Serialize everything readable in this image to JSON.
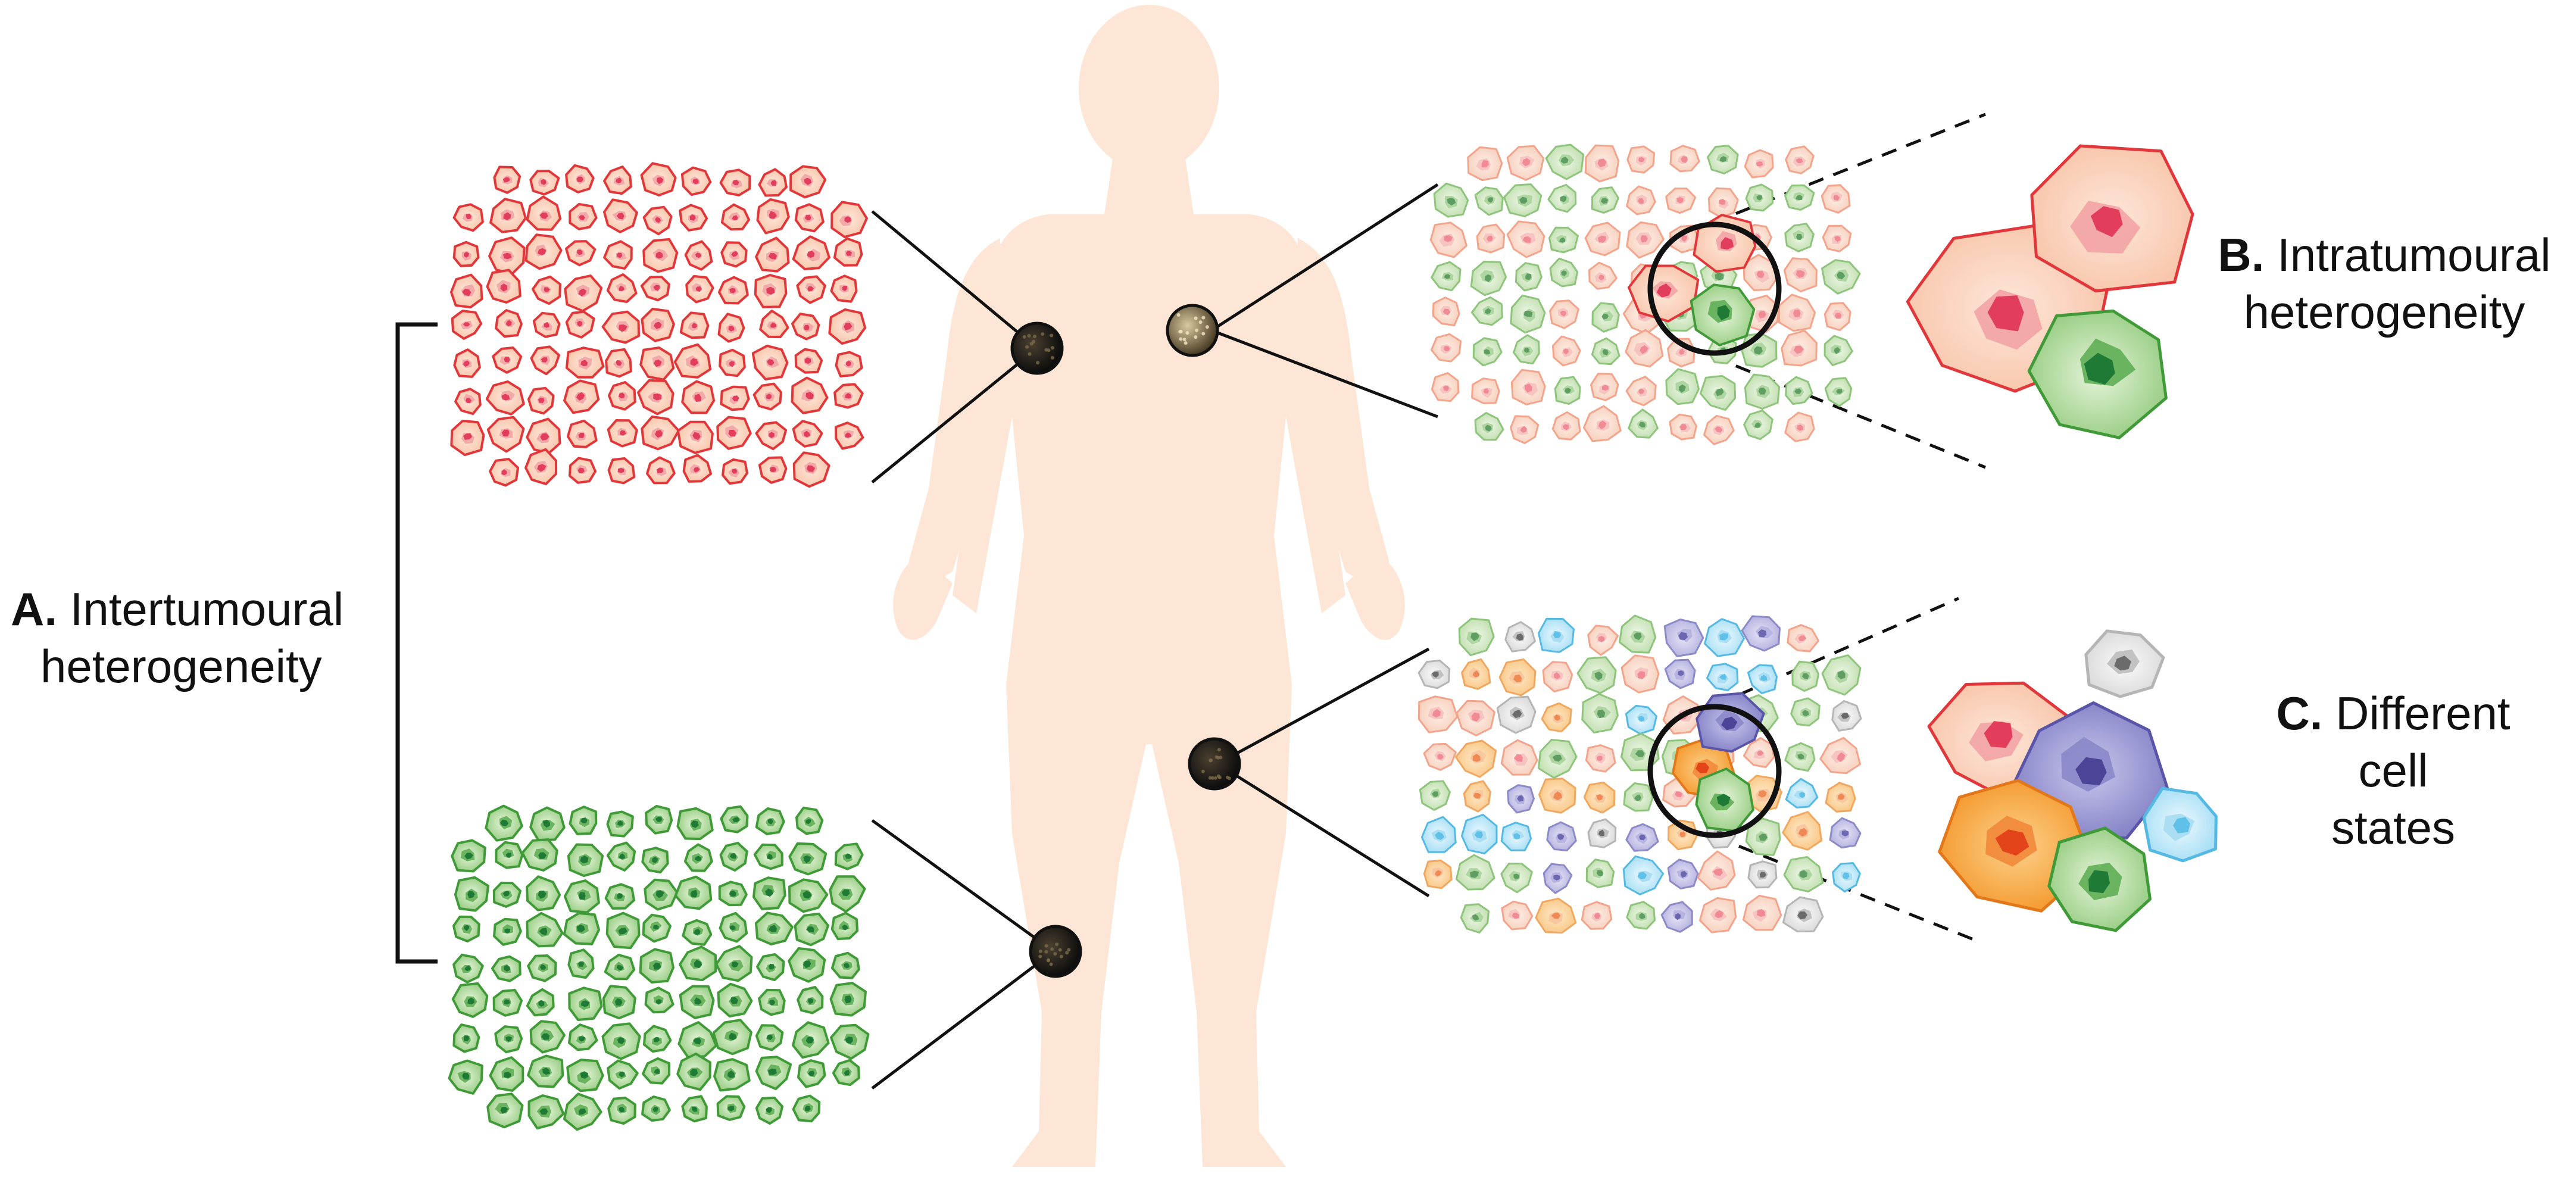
{
  "labels": {
    "a": {
      "letter": "A.",
      "line1": "Intertumoural",
      "line2": "heterogeneity"
    },
    "b": {
      "letter": "B.",
      "line1": "Intratumoural",
      "line2": "heterogeneity"
    },
    "c": {
      "letter": "C.",
      "line1": "Different",
      "line2": "cell",
      "line3": "states"
    }
  },
  "colors": {
    "body": "#fde6d6",
    "red_cell_fill": "#fcd3bd",
    "red_cell_stroke": "#e2373a",
    "red_nucleus": "#e23d5b",
    "green_cell_fill": "#bfe0a6",
    "green_cell_stroke": "#3f9a37",
    "green_nucleus": "#1f7a35",
    "purple_cell_fill": "#8e8dcc",
    "purple_nucleus": "#4c4496",
    "orange_cell_fill": "#f7a033",
    "orange_nucleus": "#e4441a",
    "blue_cell_fill": "#c7ecfa",
    "blue_nucleus": "#5fc1e8",
    "grey_cell_fill": "#ececec",
    "grey_nucleus": "#6b6b6b",
    "tumour_dot": "#1a1a1a"
  }
}
